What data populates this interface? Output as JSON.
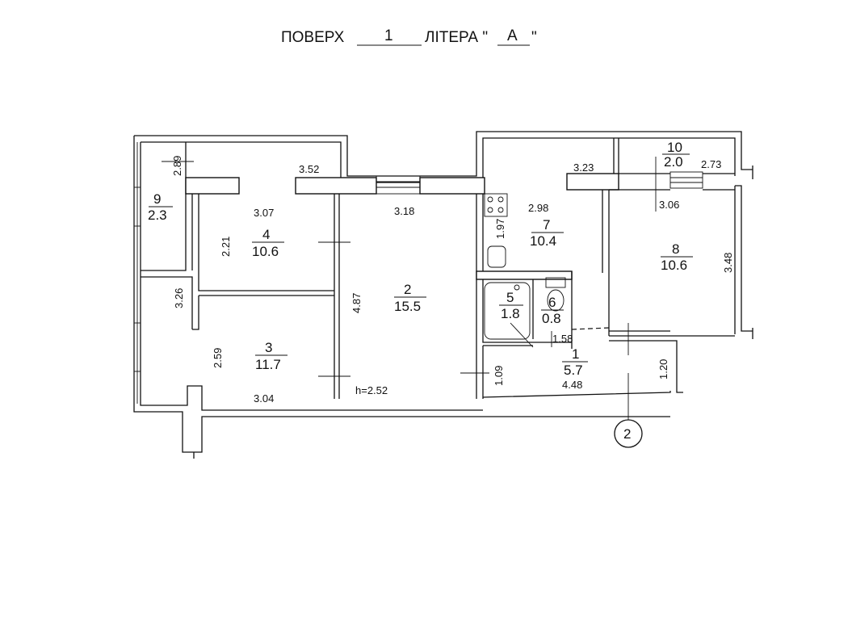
{
  "header": {
    "floor_label": "ПОВЕРХ",
    "floor_value": "1",
    "letter_label": "ЛІТЕРА \"",
    "letter_value": "А",
    "letter_close": "\""
  },
  "rooms": [
    {
      "no": "1",
      "area": "5.7"
    },
    {
      "no": "2",
      "area": "15.5"
    },
    {
      "no": "3",
      "area": "11.7"
    },
    {
      "no": "4",
      "area": "10.6"
    },
    {
      "no": "5",
      "area": "1.8"
    },
    {
      "no": "6",
      "area": "0.8"
    },
    {
      "no": "7",
      "area": "10.4"
    },
    {
      "no": "8",
      "area": "10.6"
    },
    {
      "no": "9",
      "area": "2.3"
    },
    {
      "no": "10",
      "area": "2.0"
    }
  ],
  "dimensions": {
    "d289": "2.89",
    "d352": "3.52",
    "d307": "3.07",
    "d221": "2.21",
    "d318": "3.18",
    "d487": "4.87",
    "d326": "3.26",
    "d259": "2.59",
    "d304": "3.04",
    "d252": "h=2.52",
    "d323": "3.23",
    "d298": "2.98",
    "d197": "1.97",
    "d273": "2.73",
    "d306": "3.06",
    "d348": "3.48",
    "d158": "1.58",
    "d109": "1.09",
    "d448": "4.48",
    "d120": "1.20"
  },
  "axis_marker": "2"
}
